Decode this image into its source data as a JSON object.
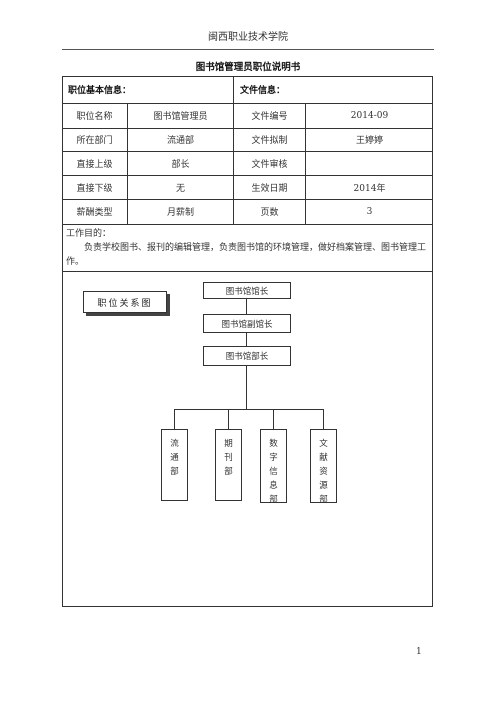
{
  "header": {
    "institution": "闽西职业技术学院"
  },
  "doc_title": "图书馆管理员职位说明书",
  "sections": {
    "basic_info": "职位基本信息：",
    "file_info": "文件信息："
  },
  "table": {
    "rows": [
      {
        "label": "职位名称",
        "value": "图书馆管理员",
        "label2": "文件编号",
        "value2": "2014-09"
      },
      {
        "label": "所在部门",
        "value": "流通部",
        "label2": "文件拟制",
        "value2": "王婷婷"
      },
      {
        "label": "直接上级",
        "value": "部长",
        "label2": "文件审核",
        "value2": ""
      },
      {
        "label": "直接下级",
        "value": "无",
        "label2": "生效日期",
        "value2": "2014年"
      },
      {
        "label": "薪酬类型",
        "value": "月薪制",
        "label2": "页数",
        "value2": "3"
      }
    ]
  },
  "purpose": {
    "title": "工作目的：",
    "text": "负责学校图书、报刊的编辑管理，负责图书馆的环境管理，做好档案管理、图书管理工作。"
  },
  "org_chart": {
    "label": "职位关系图",
    "levels": [
      "图书馆馆长",
      "图书馆副馆长",
      "图书馆部长"
    ],
    "departments": [
      "流通部",
      "期刊部",
      "数字信息部",
      "文献资源部"
    ]
  },
  "page_number": "1"
}
